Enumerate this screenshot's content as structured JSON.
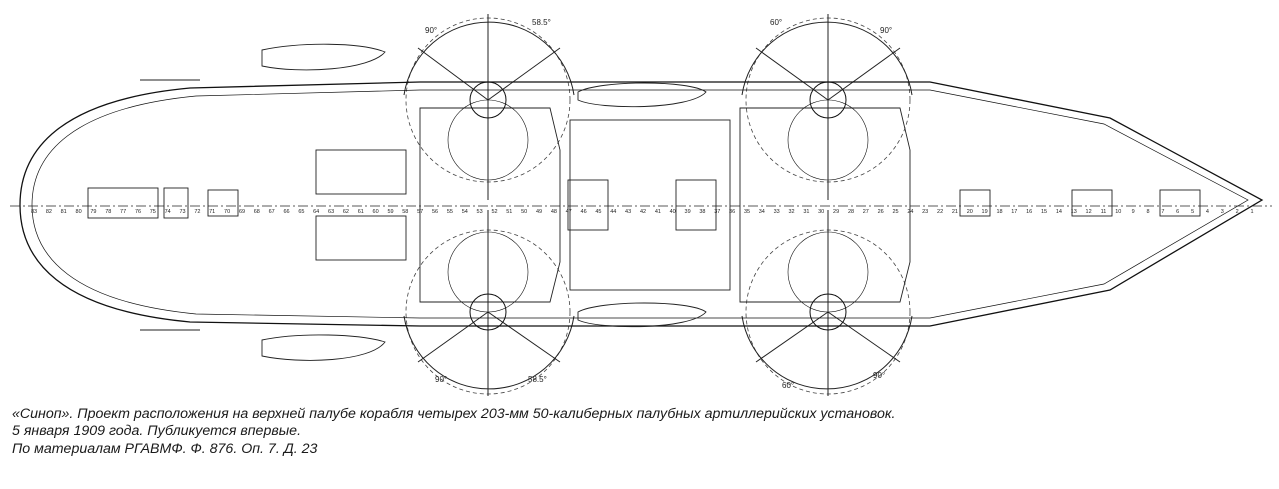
{
  "drawing": {
    "frame_numbers": [
      "83",
      "82",
      "81",
      "80",
      "79",
      "78",
      "77",
      "76",
      "75",
      "74",
      "73",
      "72",
      "71",
      "70",
      "69",
      "68",
      "67",
      "66",
      "65",
      "64",
      "63",
      "62",
      "61",
      "60",
      "59",
      "58",
      "57",
      "56",
      "55",
      "54",
      "53",
      "52",
      "51",
      "50",
      "49",
      "48",
      "47",
      "46",
      "45",
      "44",
      "43",
      "42",
      "41",
      "40",
      "39",
      "38",
      "37",
      "36",
      "35",
      "34",
      "33",
      "32",
      "31",
      "30",
      "29",
      "28",
      "27",
      "26",
      "25",
      "24",
      "23",
      "22",
      "21",
      "20",
      "19",
      "18",
      "17",
      "16",
      "15",
      "14",
      "13",
      "12",
      "11",
      "10",
      "9",
      "8",
      "7",
      "6",
      "5",
      "4",
      "3",
      "2",
      "1"
    ],
    "angle_labels": [
      "90°",
      "58.5°",
      "60°",
      "90°",
      "90°",
      "58.5°",
      "60°",
      "90°"
    ]
  },
  "caption": {
    "line1": "«Синоп». Проект расположения на верхней палубе корабля четырех 203-мм 50-калиберных палубных артиллерийских установок.",
    "line2": "5 января 1909 года. Публикуется впервые.",
    "line3": "По материалам РГАВМФ. Ф. 876. Оп. 7. Д. 23"
  }
}
